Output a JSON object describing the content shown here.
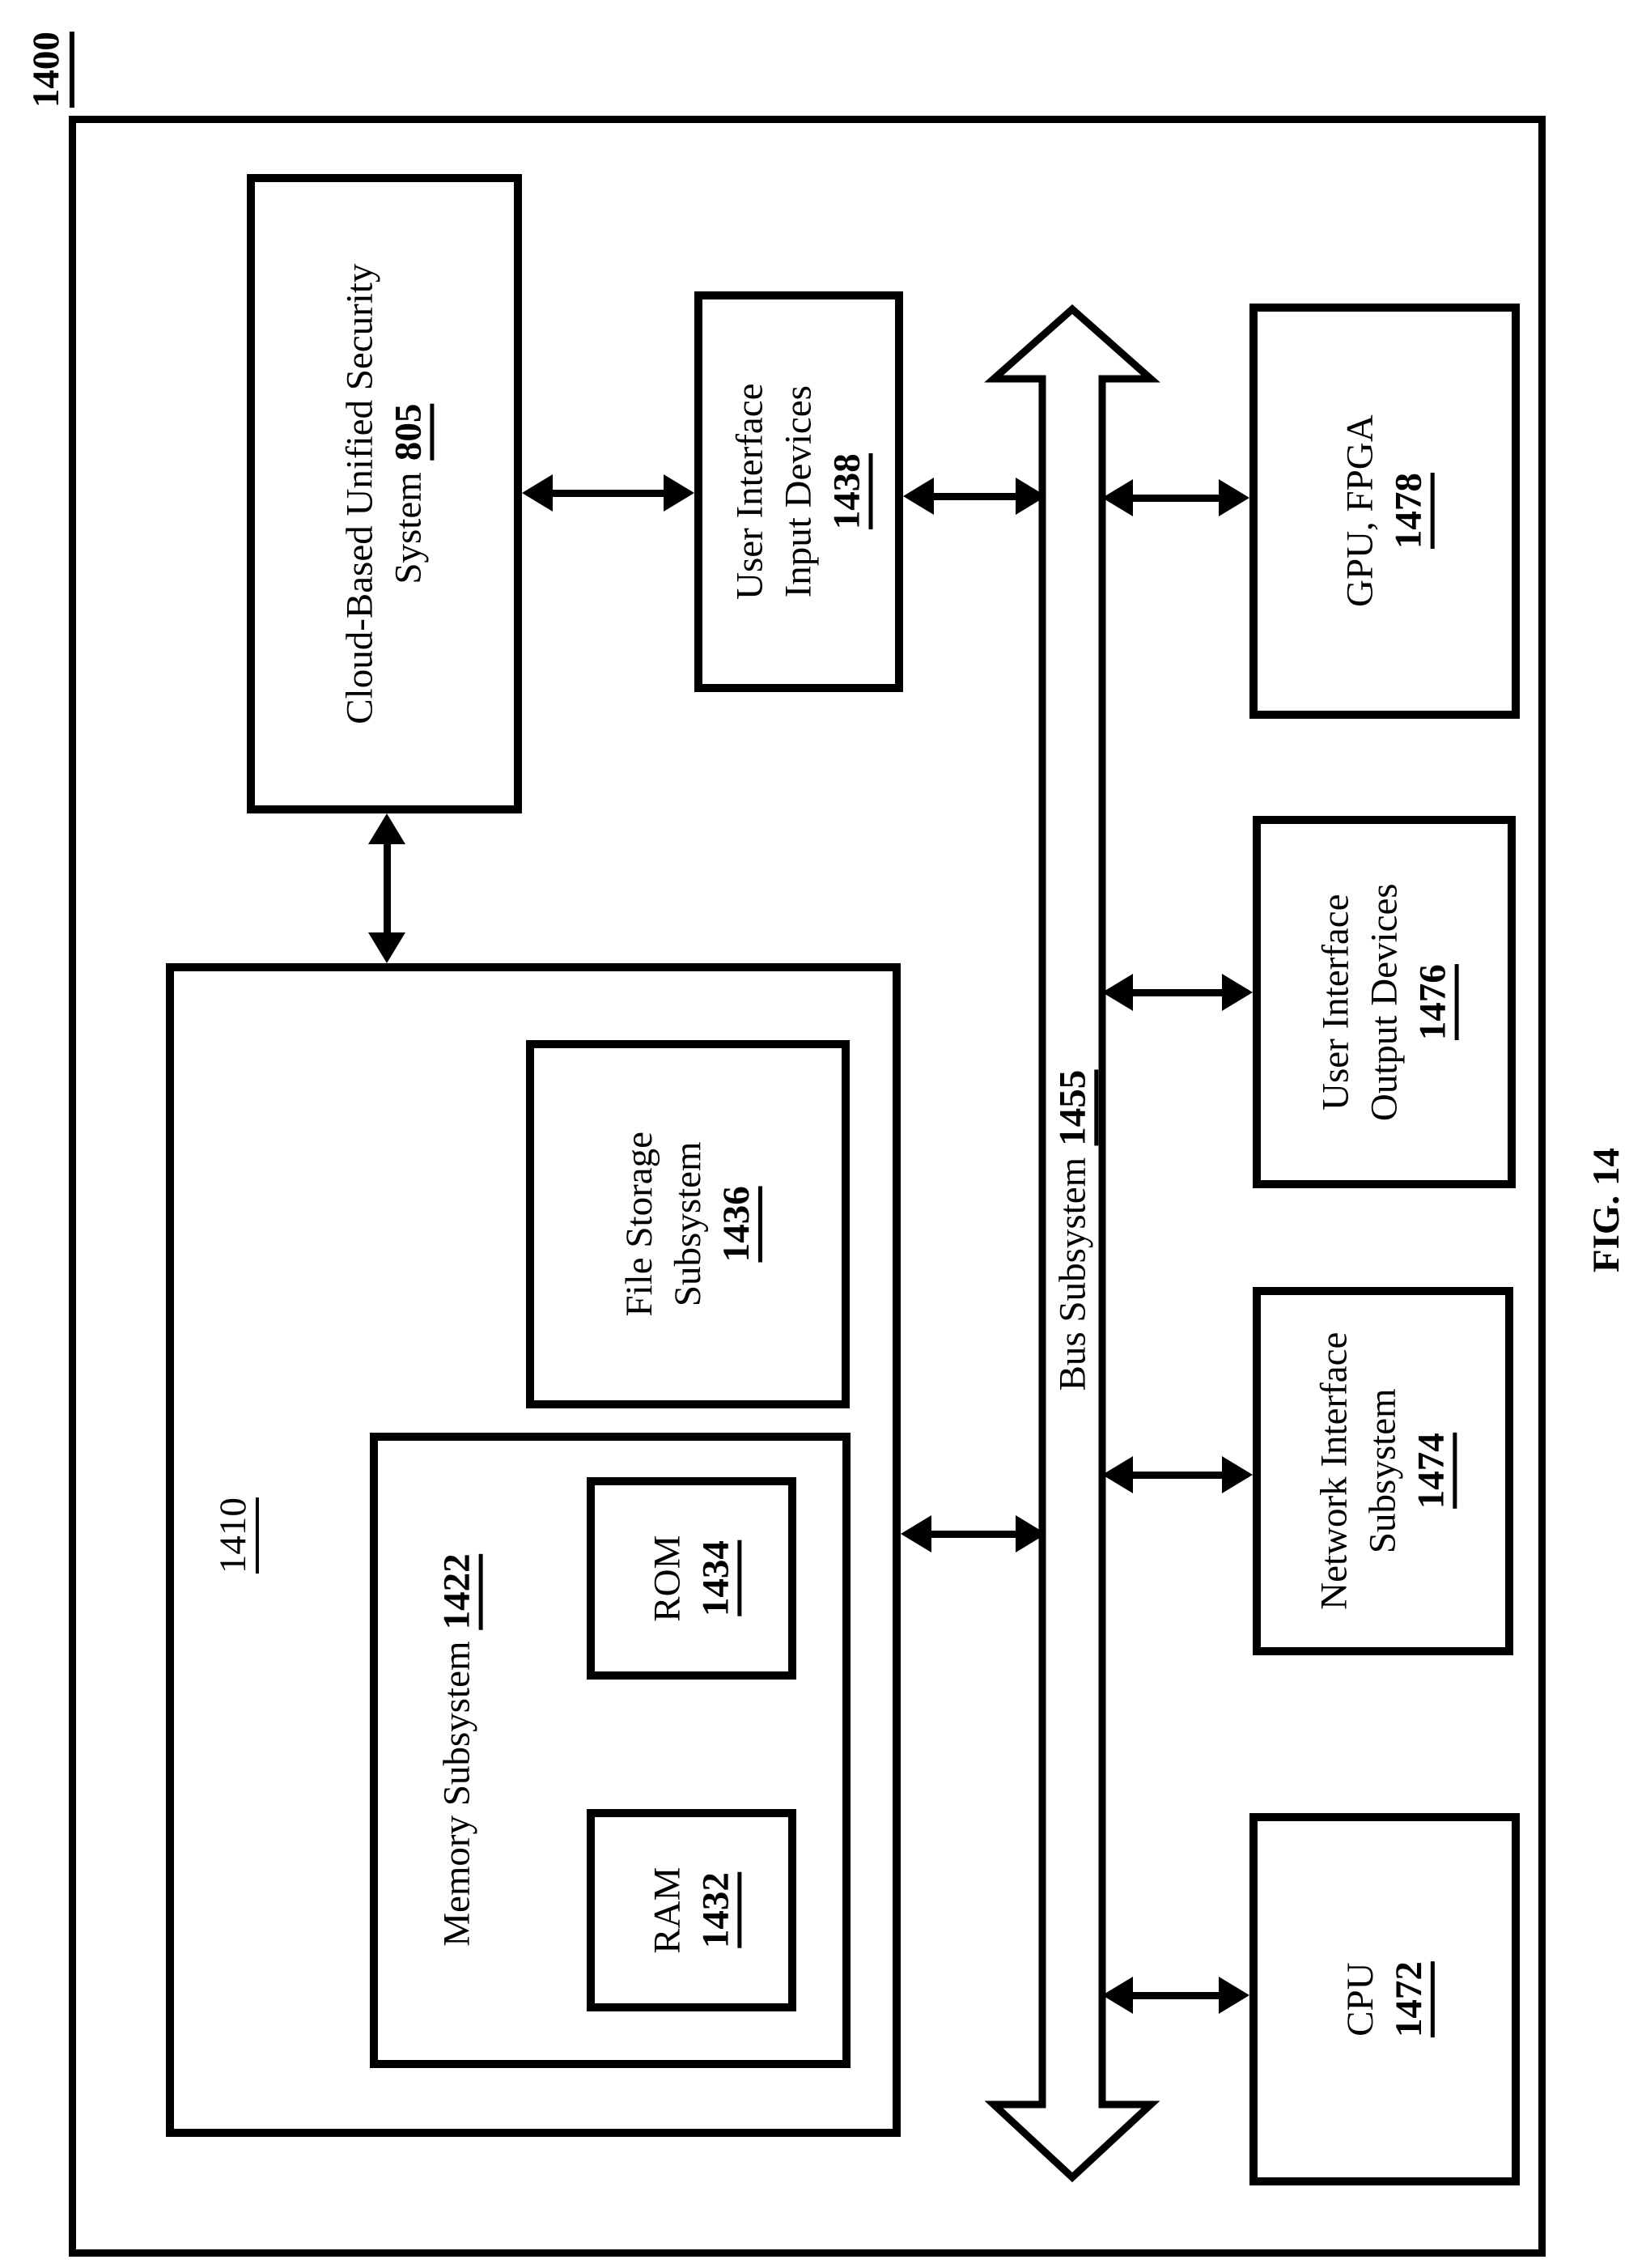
{
  "figure": {
    "page_ref": "1400",
    "fig_caption": "FIG. 14",
    "computer_ref": "1410"
  },
  "boxes": {
    "cloud": {
      "line1": "Cloud-Based Unified Security",
      "line2": "System",
      "num": "805"
    },
    "ui_input": {
      "line1": "User Interface",
      "line2": "Input Devices",
      "num": "1438"
    },
    "gpu": {
      "line1": "GPU, FPGA",
      "num": "1478"
    },
    "ui_output": {
      "line1": "User Interface",
      "line2": "Output Devices",
      "num": "1476"
    },
    "network": {
      "line1": "Network Interface",
      "line2": "Subsystem",
      "num": "1474"
    },
    "cpu": {
      "line1": "CPU",
      "num": "1472"
    },
    "file_storage": {
      "line1": "File Storage",
      "line2": "Subsystem",
      "num": "1436"
    },
    "memory": {
      "label": "Memory Subsystem",
      "num": "1422"
    },
    "rom": {
      "line1": "ROM",
      "num": "1434"
    },
    "ram": {
      "line1": "RAM",
      "num": "1432"
    },
    "bus": {
      "label": "Bus Subsystem",
      "num": "1455"
    }
  },
  "colors": {
    "line": "#000000",
    "background": "#ffffff"
  }
}
